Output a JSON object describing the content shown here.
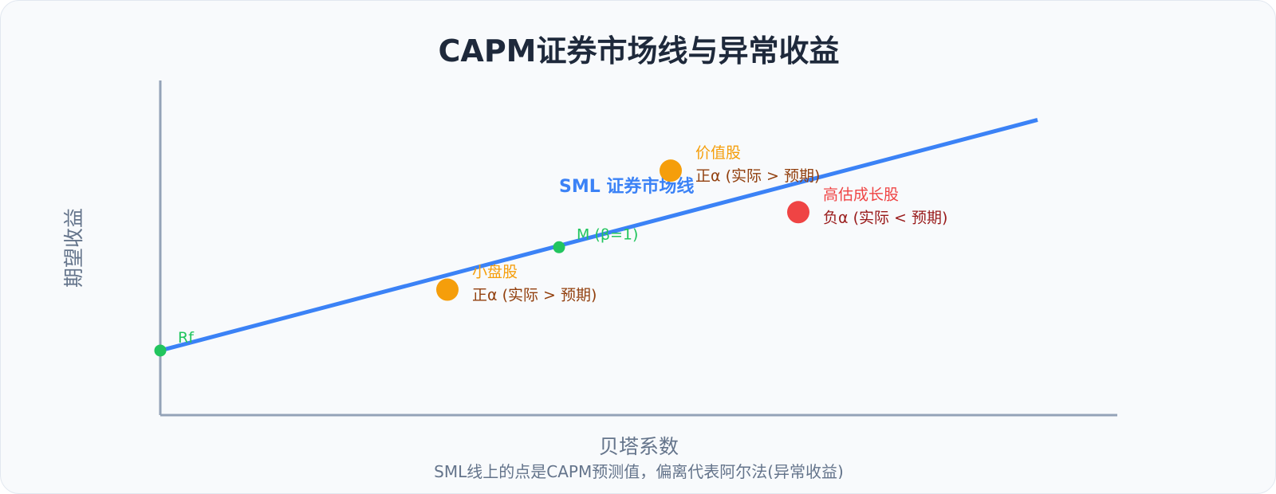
{
  "chart_data": {
    "type": "scatter",
    "title": "CAPM证券市场线与异常收益",
    "xlabel": "贝塔系数",
    "ylabel": "期望收益",
    "caption": "SML线上的点是CAPM预测值，偏离代表阿尔法(异常收益)",
    "xlim": [
      0,
      2.4
    ],
    "ylim": [
      0,
      3.8
    ],
    "grid": false,
    "series": [
      {
        "name": "SML 证券市场线",
        "kind": "line",
        "color": "#3b82f6",
        "x": [
          0,
          2.2
        ],
        "y": [
          0.7,
          3.2
        ]
      }
    ],
    "points": [
      {
        "key": "rf",
        "name": "Rf",
        "note": "",
        "x": 0,
        "y": 0.7,
        "size": "small",
        "color": "#22c55e",
        "name_color": "#22c55e",
        "note_color": "#92400e"
      },
      {
        "key": "market",
        "name": "M (β=1)",
        "note": "",
        "x": 1.0,
        "y": 1.82,
        "size": "small",
        "color": "#22c55e",
        "name_color": "#22c55e",
        "note_color": "#92400e"
      },
      {
        "key": "small-cap",
        "name": "小盘股",
        "note": "正α (实际 > 预期)",
        "x": 0.72,
        "y": 1.36,
        "size": "large",
        "color": "#f59e0b",
        "name_color": "#f59e0b",
        "note_color": "#92400e"
      },
      {
        "key": "value",
        "name": "价值股",
        "note": "正α (实际 > 预期)",
        "x": 1.28,
        "y": 2.65,
        "size": "large",
        "color": "#f59e0b",
        "name_color": "#f59e0b",
        "note_color": "#92400e"
      },
      {
        "key": "growth",
        "name": "高估成长股",
        "note": "负α (实际 < 预期)",
        "x": 1.6,
        "y": 2.2,
        "size": "large",
        "color": "#ef4444",
        "name_color": "#ef4444",
        "note_color": "#991b1b"
      }
    ]
  }
}
